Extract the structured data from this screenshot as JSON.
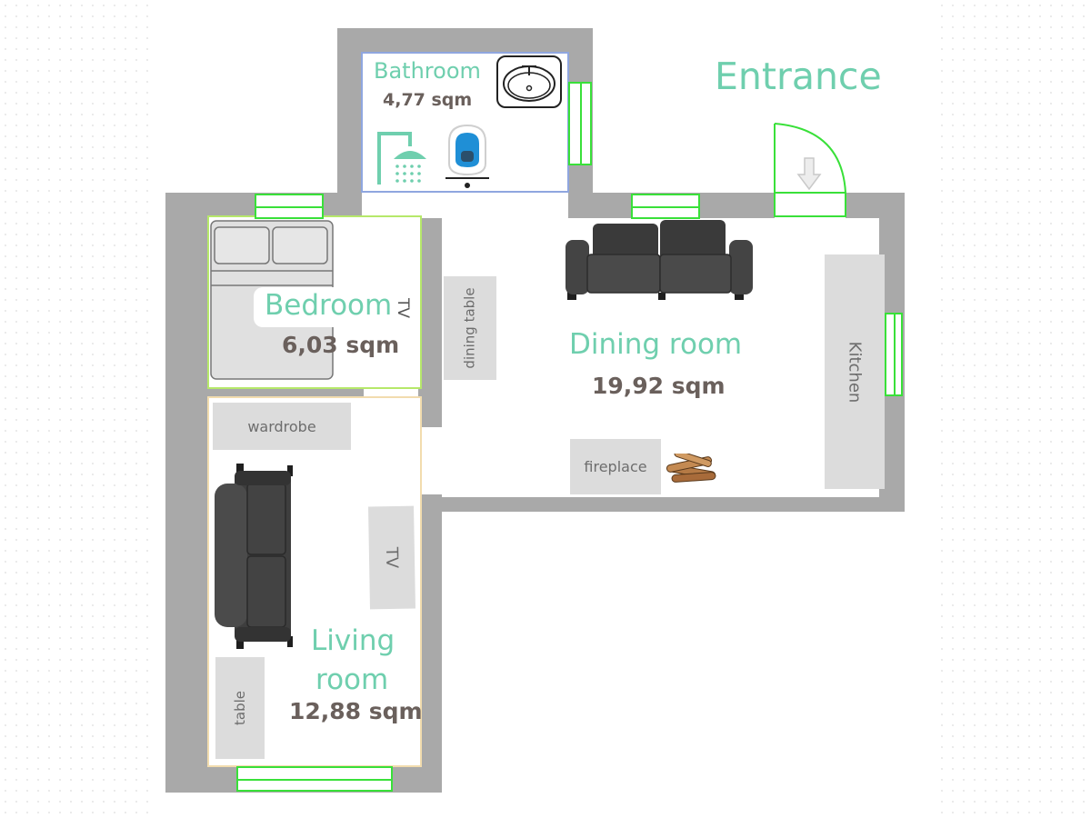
{
  "entrance_label": "Entrance",
  "rooms": {
    "bathroom": {
      "name": "Bathroom",
      "area": "4,77 sqm"
    },
    "bedroom": {
      "name": "Bedroom",
      "area": "6,03 sqm"
    },
    "dining": {
      "name": "Dining room",
      "area": "19,92 sqm"
    },
    "living": {
      "name_line1": "Living",
      "name_line2": "room",
      "area": "12,88 sqm"
    }
  },
  "furniture": {
    "bedroom_tv": "TV",
    "dining_table": "dining table",
    "kitchen": "Kitchen",
    "fireplace": "fireplace",
    "wardrobe": "wardrobe",
    "living_tv": "TV",
    "table": "table"
  },
  "icons": [
    "sink-icon",
    "shower-icon",
    "toilet-icon",
    "door-arrow-icon",
    "sofa-icon",
    "firewood-icon",
    "bed-icon"
  ],
  "colors": {
    "wall": "#a9a9a9",
    "window": "#39e039",
    "room_title": "#6fcfae",
    "area_text": "#6a605c",
    "furniture_fill": "#dcdcdc"
  }
}
